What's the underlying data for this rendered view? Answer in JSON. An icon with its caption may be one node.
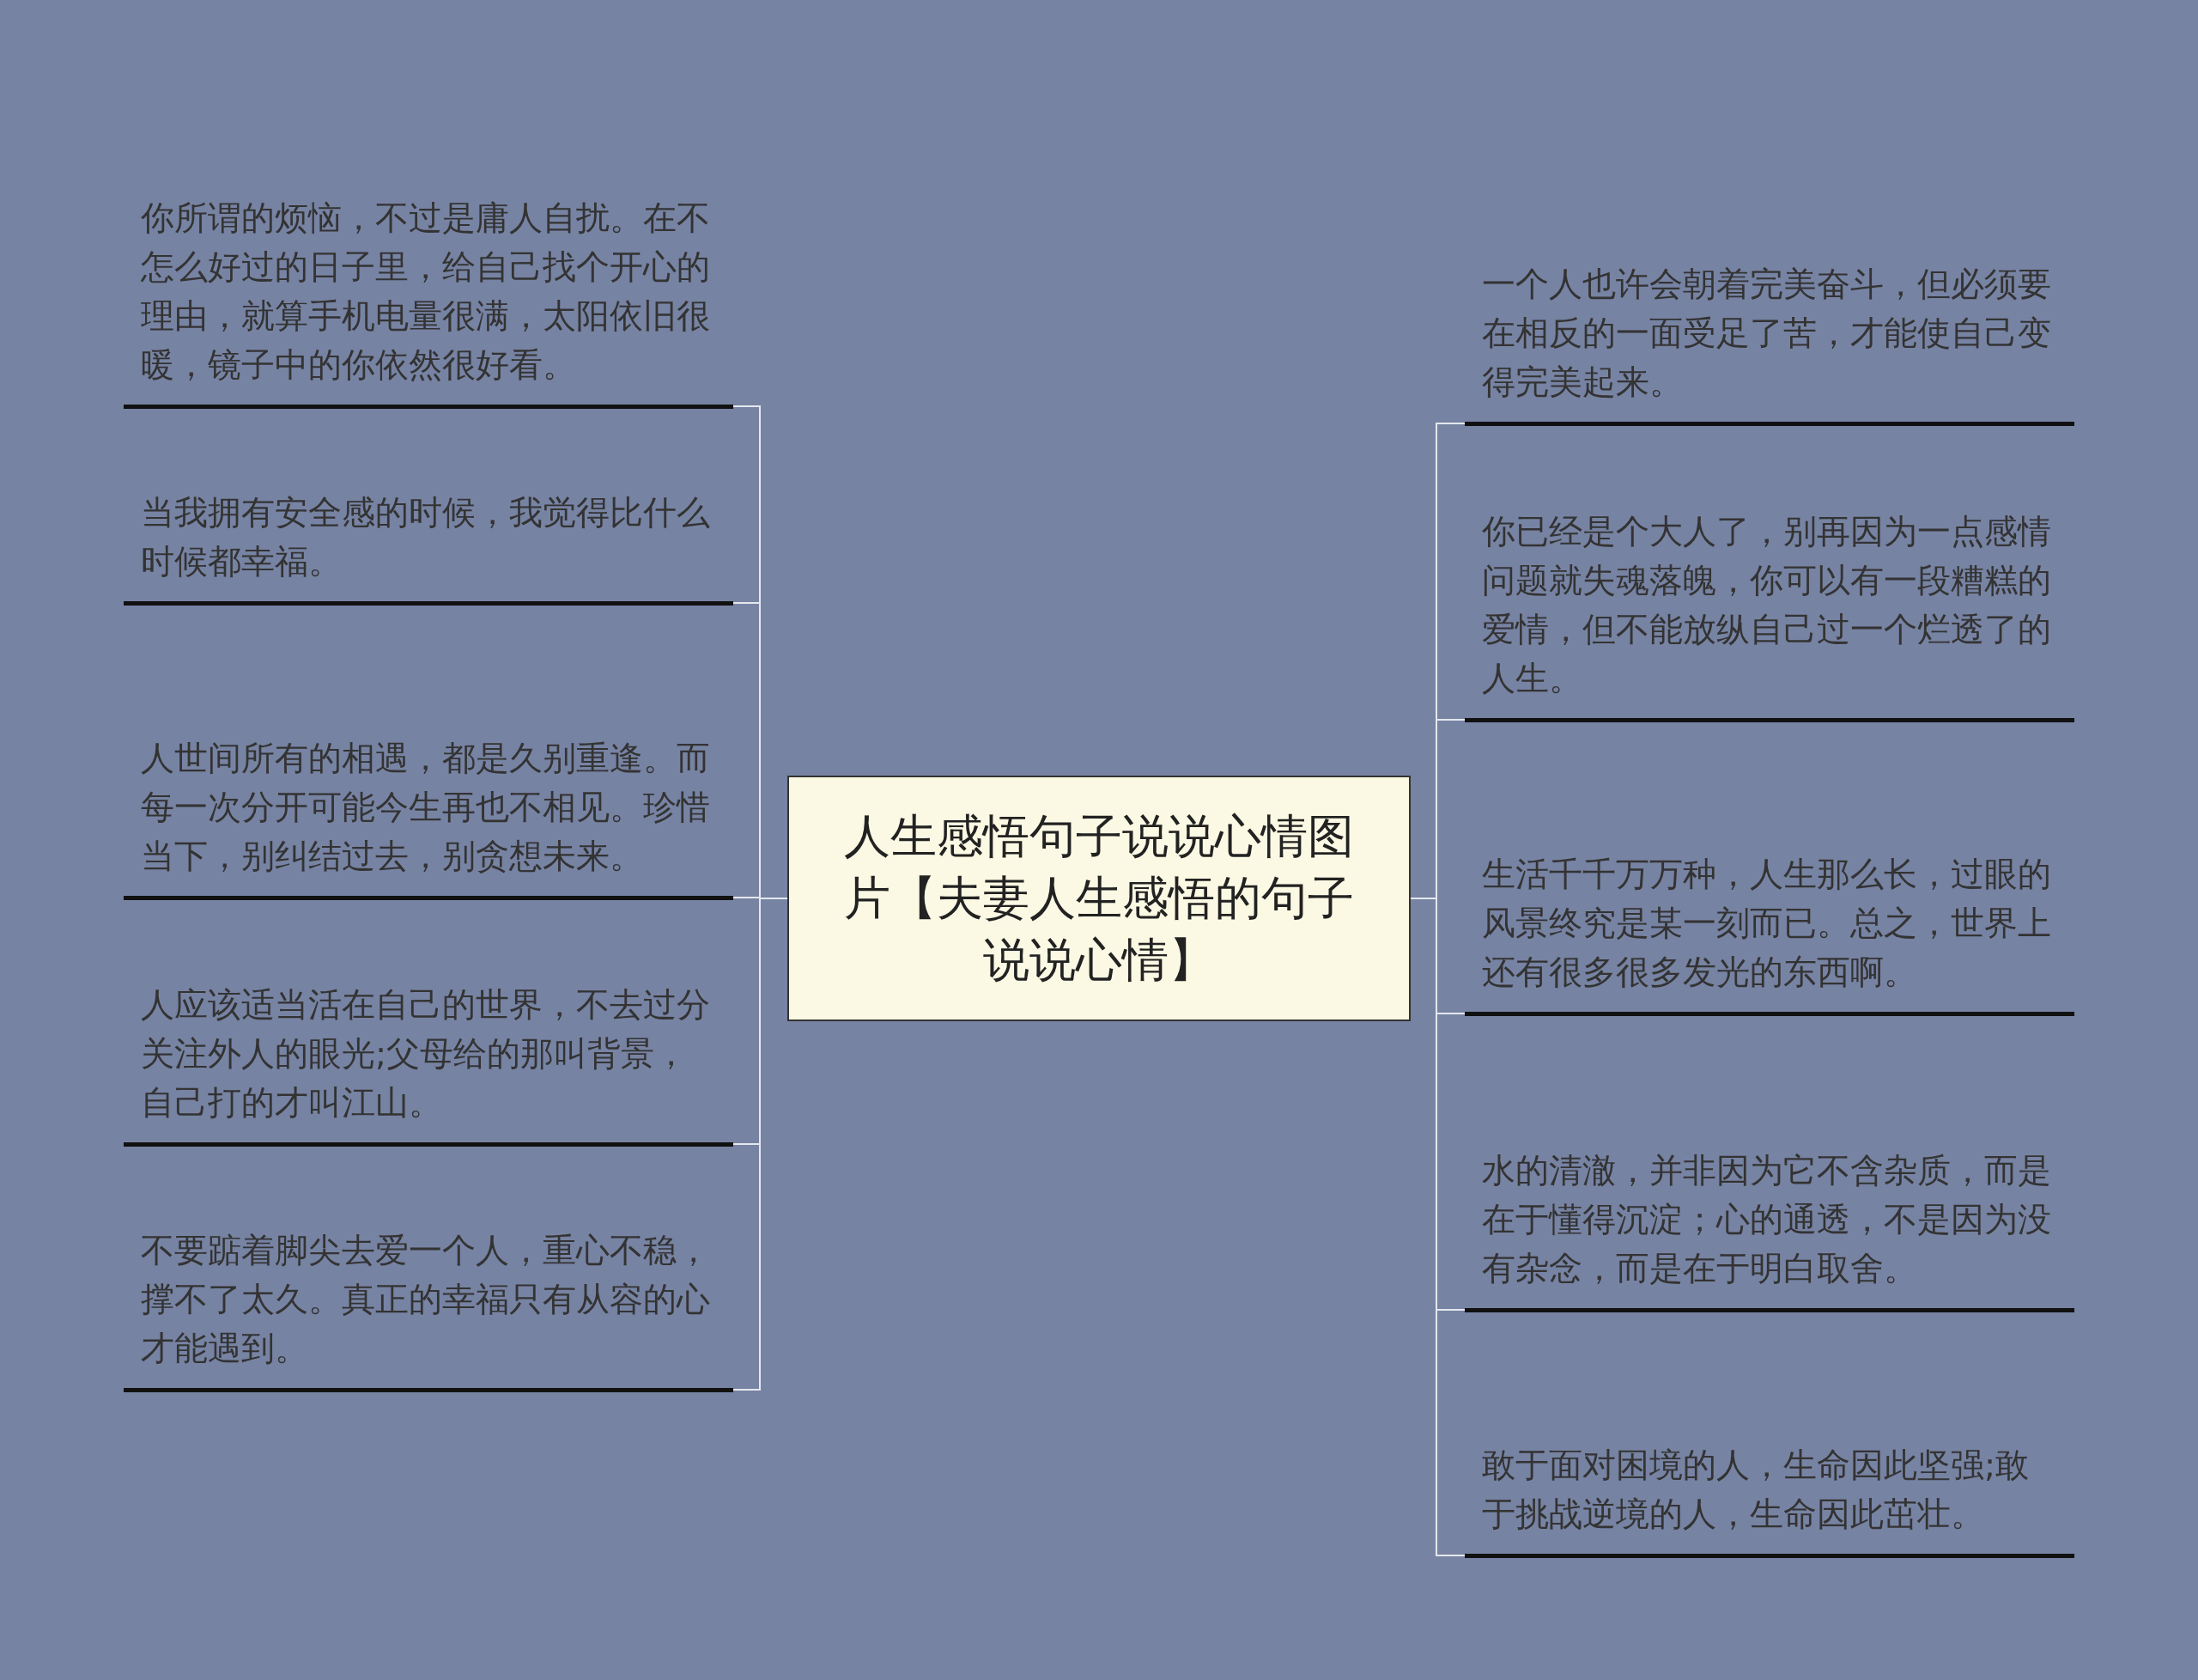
{
  "diagram": {
    "nodes": [
      {
        "text": [
          "人生感悟句子说说心情图片【夫妻人生感悟的句子说说心情】"
        ]
      },
      {
        "text": [
          "你所谓的烦恼，不过是庸人自扰。在不怎么好过的日子里，给自己找个开心的理由，就算手机电量很满，太阳依旧很暖，镜子中的你依然很好看。"
        ]
      },
      {
        "text": [
          "当我拥有安全感的时候，我觉得比什么时候都幸福。"
        ]
      },
      {
        "text": [
          "人世间所有的相遇，都是久别重逢。而每一次分开可能今生再也不相见。珍惜当下，别纠结过去，别贪想未来。"
        ]
      },
      {
        "text": [
          "人应该适当活在自己的世界，不去过分关注外人的眼光;父母给的那叫背景，自己打的才叫江山。"
        ]
      },
      {
        "text": [
          "不要踮着脚尖去爱一个人，重心不稳，撑不了太久。真正的幸福只有从容的心才能遇到。"
        ]
      },
      {
        "text": [
          "一个人也许会朝着完美奋斗，但必须要在相反的一面受足了苦，才能使自己变得完美起来。"
        ]
      },
      {
        "text": [
          "你已经是个大人了，别再因为一点感情问题就失魂落魄，你可以有一段糟糕的爱情，但不能放纵自己过一个烂透了的人生。"
        ]
      },
      {
        "text": [
          "生活千千万万种，人生那么长，过眼的风景终究是某一刻而已。总之，世界上还有很多很多发光的东西啊。"
        ]
      },
      {
        "text": [
          "水的清澈，并非因为它不含杂质，而是在于懂得沉淀；心的通透，不是因为没有杂念，而是在于明白取舍。"
        ]
      },
      {
        "text": [
          "敢于面对困境的人，生命因此坚强;敢于挑战逆境的人，生命因此茁壮。"
        ]
      }
    ],
    "edges": [
      {
        "from": 0,
        "to": 1,
        "arrow": "none"
      },
      {
        "from": 0,
        "to": 2,
        "arrow": "none"
      },
      {
        "from": 0,
        "to": 3,
        "arrow": "none"
      },
      {
        "from": 0,
        "to": 4,
        "arrow": "none"
      },
      {
        "from": 0,
        "to": 5,
        "arrow": "none"
      },
      {
        "from": 0,
        "to": 6,
        "arrow": "none"
      },
      {
        "from": 0,
        "to": 7,
        "arrow": "none"
      },
      {
        "from": 0,
        "to": 8,
        "arrow": "none"
      },
      {
        "from": 0,
        "to": 9,
        "arrow": "none"
      },
      {
        "from": 0,
        "to": 10,
        "arrow": "none"
      }
    ]
  }
}
